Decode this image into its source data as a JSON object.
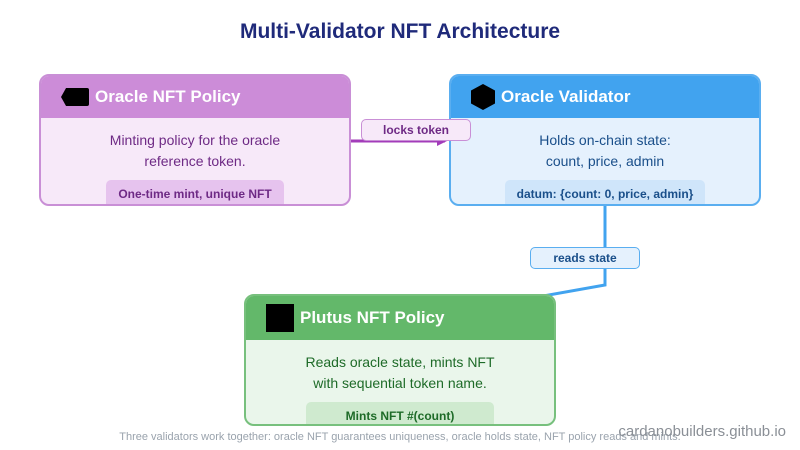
{
  "title": "Multi-Validator NFT Architecture",
  "nodes": {
    "oracle_nft_policy": {
      "title": "Oracle NFT Policy",
      "icon": "tag-icon",
      "desc_line1": "Minting policy for the oracle",
      "desc_line2": "reference token.",
      "pill": "One-time mint, unique NFT"
    },
    "oracle_validator": {
      "title": "Oracle Validator",
      "icon": "cube-icon",
      "desc_line1": "Holds on-chain state:",
      "desc_line2": "count, price, admin",
      "pill": "datum: {count: 0, price, admin}"
    },
    "plutus_nft_policy": {
      "title": "Plutus NFT Policy",
      "icon": "square-icon",
      "desc_line1": "Reads oracle state, mints NFT",
      "desc_line2": "with sequential token name.",
      "pill": "Mints NFT #(count)"
    }
  },
  "edges": {
    "locks_token": "locks token",
    "reads_state": "reads state"
  },
  "footer": "Three validators work together: oracle NFT guarantees uniqueness, oracle holds state, NFT policy reads and mints.",
  "watermark": "cardanobuilders.github.io",
  "colors": {
    "purple": "#cc8cd8",
    "blue": "#41a3ef",
    "green": "#63b86a",
    "title": "#1f2a7a"
  }
}
